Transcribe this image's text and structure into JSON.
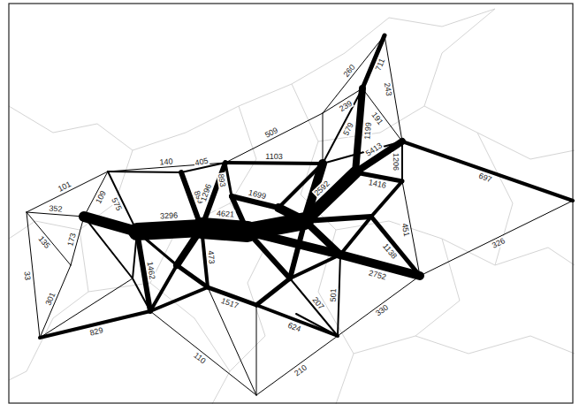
{
  "diagram": {
    "labels": [
      "33",
      "101",
      "829",
      "110",
      "210",
      "330",
      "326",
      "697",
      "711",
      "243",
      "191",
      "509",
      "260",
      "239",
      "140",
      "352",
      "135",
      "301",
      "173",
      "109",
      "575",
      "405",
      "3296",
      "4621",
      "2592",
      "5413",
      "1199",
      "579",
      "1206",
      "1416",
      "1138",
      "451",
      "2752",
      "501",
      "207",
      "624",
      "1517",
      "473",
      "1462",
      "899",
      "1296",
      "893",
      "1699",
      "1103"
    ]
  }
}
